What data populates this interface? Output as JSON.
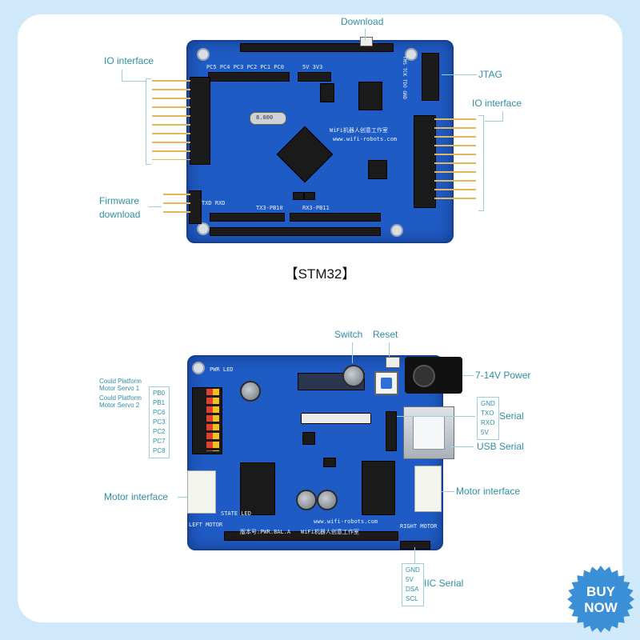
{
  "top_board": {
    "caption": "【STM32】",
    "labels": {
      "download": "Download",
      "io_left": "IO interface",
      "jtag": "JTAG",
      "io_right": "IO interface",
      "firmware_1": "Firmware",
      "firmware_2": "download"
    },
    "silk": {
      "header_row": "PC5 PC4 PC3 PC2 PC1 PC0",
      "power_row": "5V 3V3",
      "crystal": "8.000",
      "brand_cn": "WiFi机器人创意工作室",
      "url": "www.wifi-robots.com",
      "tx": "TX3-PB10",
      "rx": "RX3-PB11",
      "jtag_pins": "TMS TCK TDO GND",
      "fw_pins": "TXD RXD"
    }
  },
  "bottom_board": {
    "labels": {
      "switch": "Switch",
      "reset": "Reset",
      "power": "7-14V Power",
      "serial": "Serial",
      "usb_serial": "USB Serial",
      "motor_left": "Motor interface",
      "motor_right": "Motor interface",
      "iic_serial": "IIC Serial",
      "cloud1_a": "Could Platform",
      "cloud1_b": "Motor Servo 1",
      "cloud2_a": "Could Platform",
      "cloud2_b": "Motor Servo 2"
    },
    "left_pins": [
      "PB0",
      "PB1",
      "PC6",
      "PC3",
      "PC2",
      "PC7",
      "PC8"
    ],
    "serial_pins": [
      "GND",
      "TXO",
      "RXO",
      "5V"
    ],
    "iic_pins": [
      "GND",
      "5V",
      "DSA",
      "SCL"
    ],
    "silk": {
      "version": "版本号:PWR.BAL.A",
      "url": "www.wifi-robots.com",
      "brand_cn": "WiFi机器人创意工作室",
      "left_motor": "LEFT MOTOR",
      "right_motor": "RIGHT MOTOR",
      "led": "STATE LED",
      "pwr": "PWR LED"
    }
  },
  "buy_badge": {
    "line1": "BUY",
    "line2": "NOW",
    "color": "#3a8fd6"
  },
  "colors": {
    "board": "#1f5bc4",
    "label": "#2f8fa6",
    "background": "#cfe9fb"
  }
}
